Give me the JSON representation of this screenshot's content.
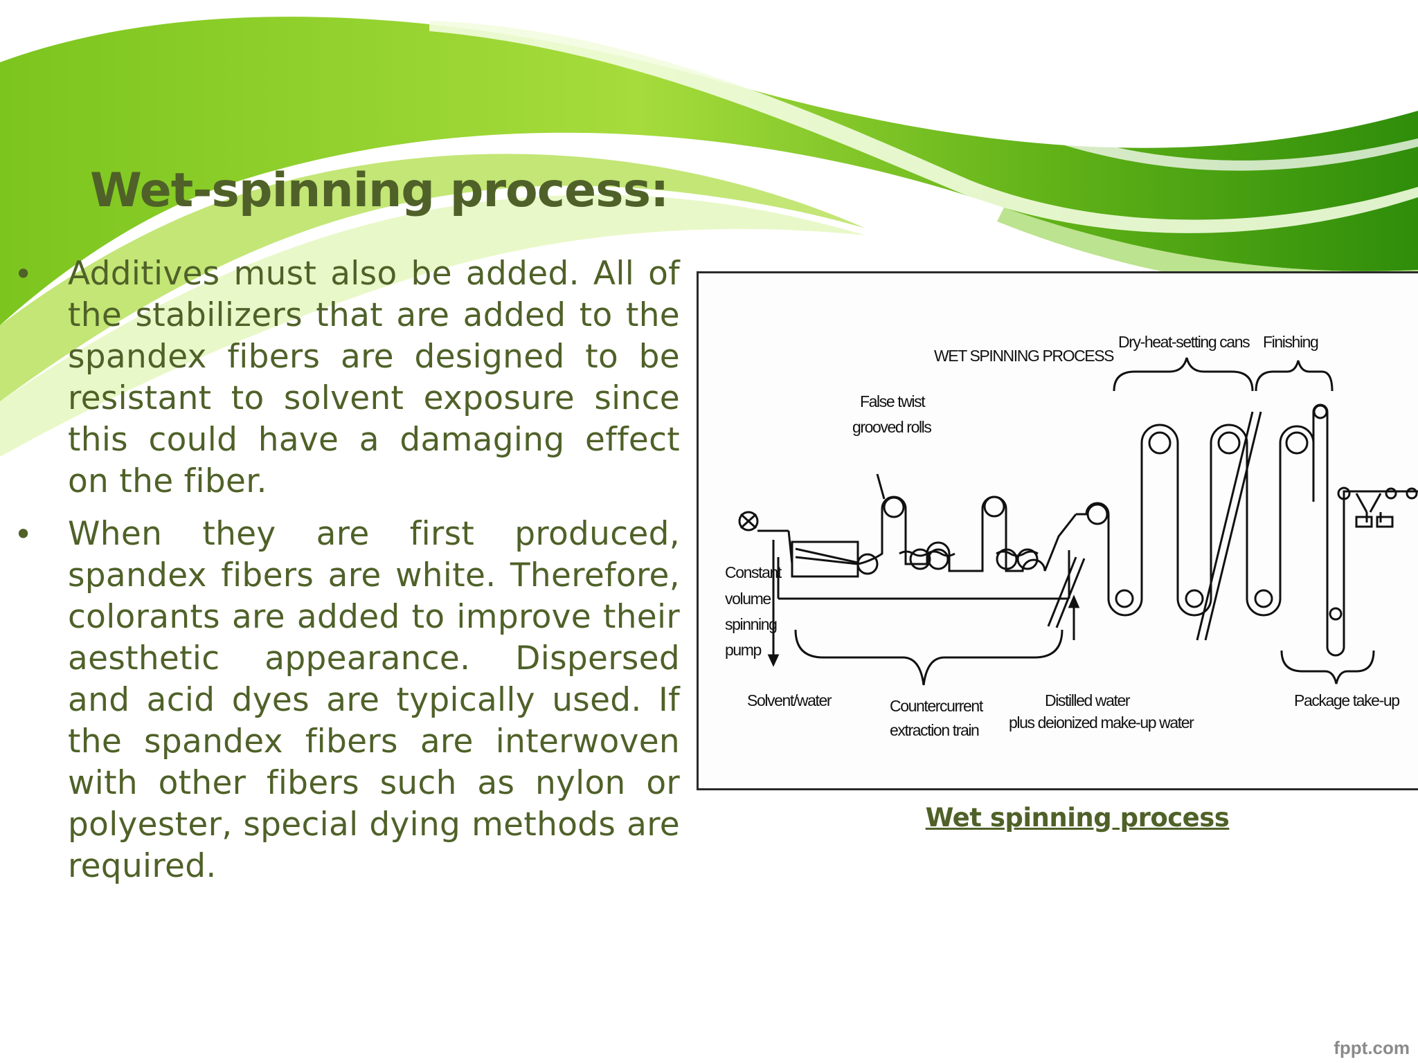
{
  "slide": {
    "title": "Wet-spinning process:",
    "bullets": [
      {
        "marker": "•",
        "text": "Additives must also be added. All of the stabilizers that are added to the spandex fibers are designed to be resistant to solvent exposure since this could have a damaging effect on the fiber."
      },
      {
        "marker": "•",
        "text": "When they are first produced, spandex fibers are white. Therefore, colorants are added to improve their aesthetic appearance. Dispersed and acid dyes are typically used. If the spandex fibers are interwoven with other fibers such as nylon or polyester, special dying methods are required."
      }
    ],
    "figure": {
      "caption": "Wet spinning process",
      "labels": {
        "heading": "WET SPINNING PROCESS",
        "dry_heat": "Dry-heat-setting cans",
        "finishing": "Finishing",
        "false_twist_1": "False twist",
        "false_twist_2": "grooved rolls",
        "pump_1": "Constant",
        "pump_2": "volume",
        "pump_3": "spinning",
        "pump_4": "pump",
        "solvent": "Solvent/water",
        "counter_1": "Countercurrent",
        "counter_2": "extraction train",
        "distilled_1": "Distilled water",
        "distilled_2": "plus deionized make-up water",
        "package": "Package take-up"
      }
    },
    "watermark": "fppt.com",
    "colors": {
      "text": "#4f6128",
      "swoosh_light": "#c6ec6e",
      "swoosh_dark": "#3d9a0c"
    }
  }
}
